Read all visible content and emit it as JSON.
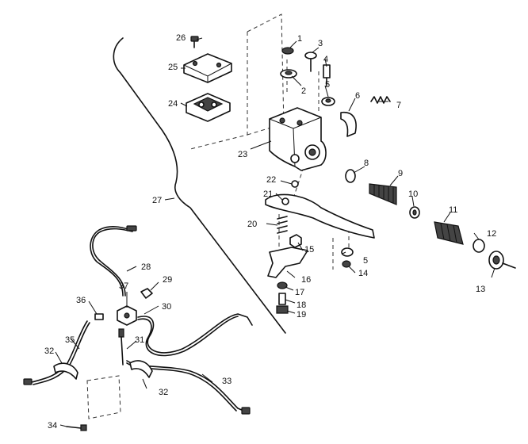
{
  "diagram": {
    "callouts": [
      {
        "id": "c1",
        "text": "1"
      },
      {
        "id": "c2",
        "text": "2"
      },
      {
        "id": "c3",
        "text": "3"
      },
      {
        "id": "c4",
        "text": "4"
      },
      {
        "id": "c5a",
        "text": "5"
      },
      {
        "id": "c6",
        "text": "6"
      },
      {
        "id": "c7",
        "text": "7"
      },
      {
        "id": "c8",
        "text": "8"
      },
      {
        "id": "c9",
        "text": "9"
      },
      {
        "id": "c10",
        "text": "10"
      },
      {
        "id": "c11",
        "text": "11"
      },
      {
        "id": "c12",
        "text": "12"
      },
      {
        "id": "c13",
        "text": "13"
      },
      {
        "id": "c14",
        "text": "14"
      },
      {
        "id": "c15",
        "text": "15"
      },
      {
        "id": "c16",
        "text": "16"
      },
      {
        "id": "c17",
        "text": "17"
      },
      {
        "id": "c18",
        "text": "18"
      },
      {
        "id": "c19",
        "text": "19"
      },
      {
        "id": "c20",
        "text": "20"
      },
      {
        "id": "c21",
        "text": "21"
      },
      {
        "id": "c22",
        "text": "22"
      },
      {
        "id": "c23",
        "text": "23"
      },
      {
        "id": "c24",
        "text": "24"
      },
      {
        "id": "c25",
        "text": "25"
      },
      {
        "id": "c26",
        "text": "26"
      },
      {
        "id": "c27",
        "text": "27"
      },
      {
        "id": "c28",
        "text": "28"
      },
      {
        "id": "c29",
        "text": "29"
      },
      {
        "id": "c30",
        "text": "30"
      },
      {
        "id": "c31",
        "text": "31"
      },
      {
        "id": "c32a",
        "text": "32"
      },
      {
        "id": "c32b",
        "text": "32"
      },
      {
        "id": "c33",
        "text": "33"
      },
      {
        "id": "c34",
        "text": "34"
      },
      {
        "id": "c35",
        "text": "35"
      },
      {
        "id": "c36",
        "text": "36"
      },
      {
        "id": "c37",
        "text": "37"
      },
      {
        "id": "c5b",
        "text": "5"
      }
    ]
  }
}
